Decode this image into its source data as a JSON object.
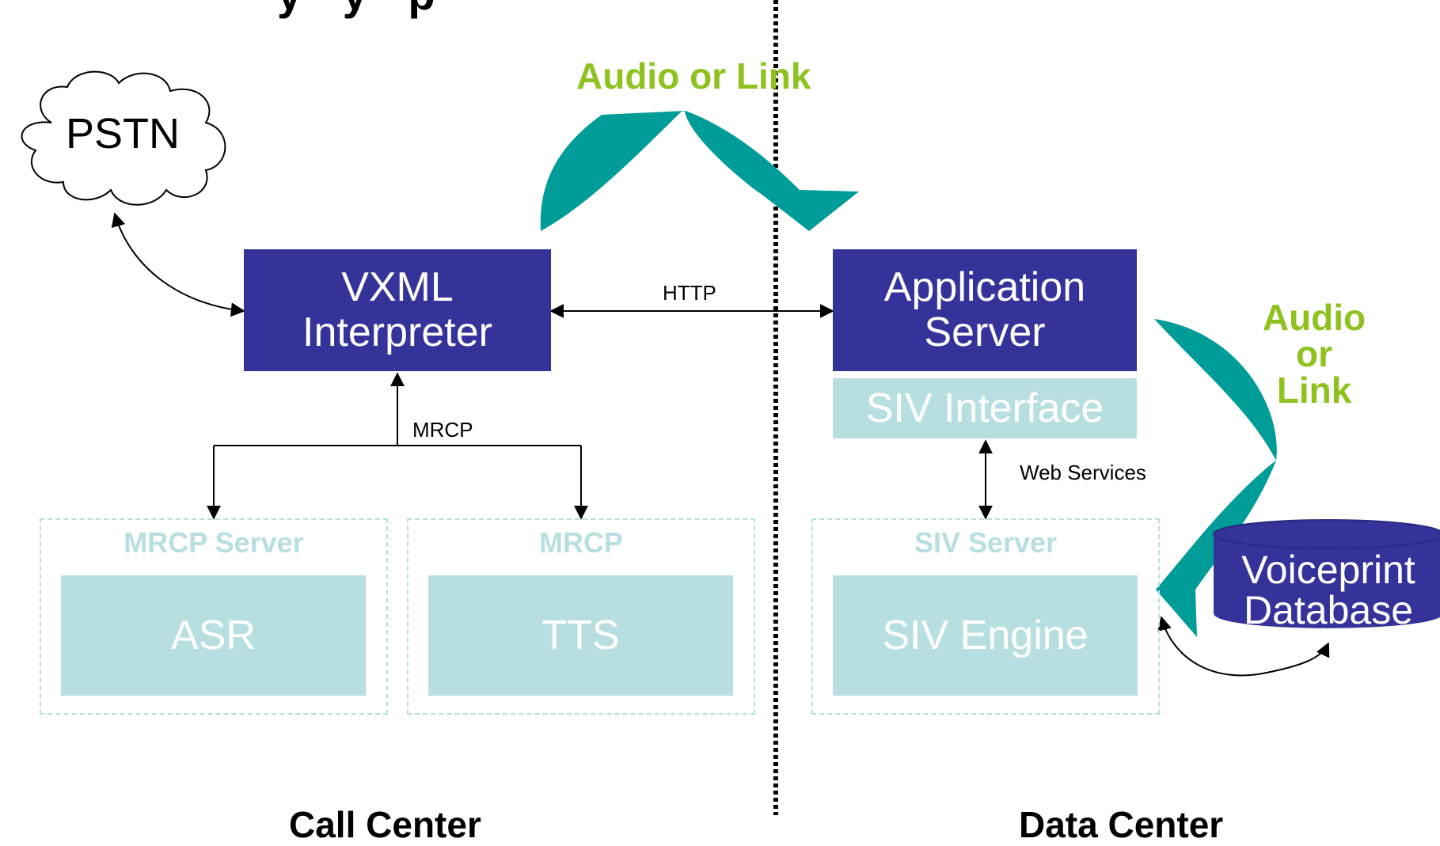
{
  "header": {
    "title": "y  y p"
  },
  "cloud": {
    "label": "PSTN"
  },
  "vxml": {
    "line1": "VXML",
    "line2": "Interpreter"
  },
  "app_server": {
    "line1": "Application",
    "line2": "Server"
  },
  "siv_interface": {
    "label": "SIV Interface"
  },
  "mrcp_server_group": {
    "title": "MRCP Server",
    "asr": "ASR"
  },
  "mrcp_group": {
    "title": "MRCP",
    "tts": "TTS"
  },
  "siv_server_group": {
    "title": "SIV Server",
    "engine": "SIV Engine"
  },
  "database": {
    "line1": "Voiceprint",
    "line2": "Database"
  },
  "connections": {
    "http": "HTTP",
    "mrcp": "MRCP",
    "web_services": "Web Services"
  },
  "annotations": {
    "audio_link_top": "Audio or Link",
    "audio_link_right_1": "Audio",
    "audio_link_right_2": "or",
    "audio_link_right_3": "Link"
  },
  "footer": {
    "left": "Call Center",
    "right": "Data Center"
  },
  "colors": {
    "dark_box": "#353299",
    "light_box": "#b8dfe0",
    "accent_green": "#8dc21f",
    "teal_arrow": "#009c98"
  }
}
